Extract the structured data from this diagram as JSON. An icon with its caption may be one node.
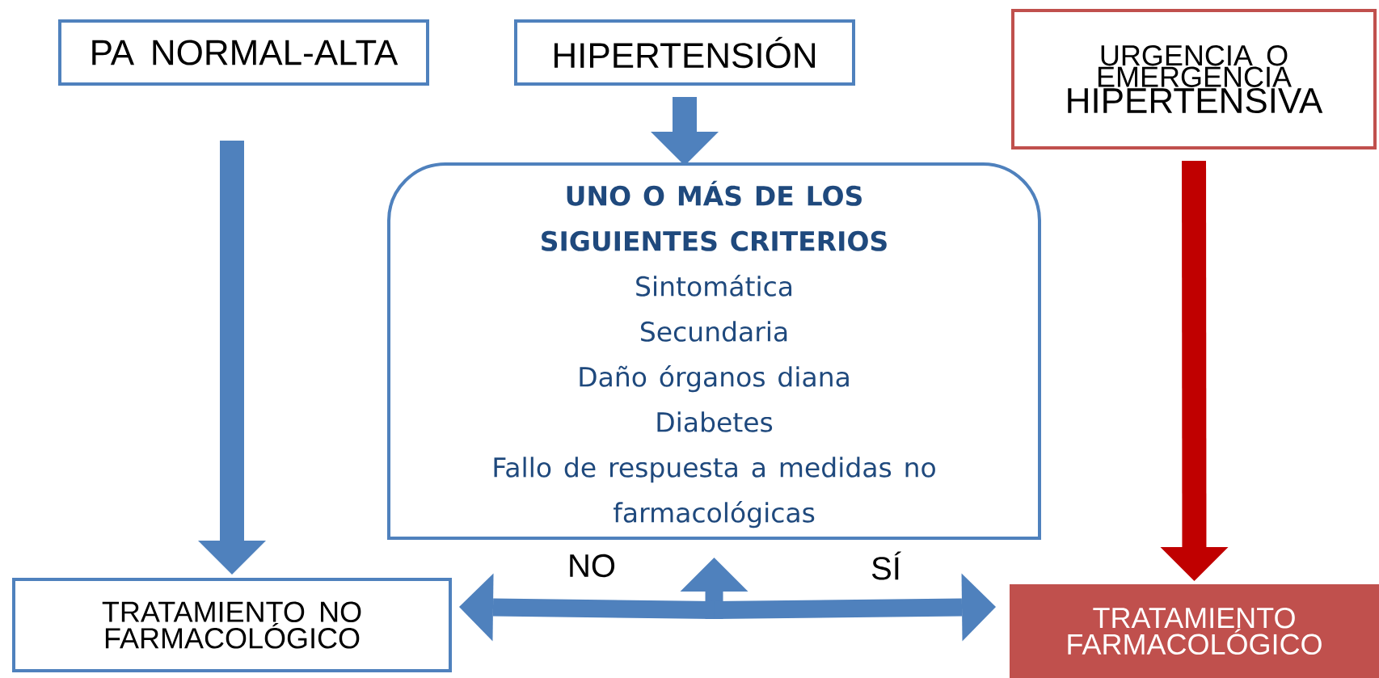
{
  "diagram": {
    "nodes": [
      {
        "text": [
          "PA NORMAL-ALTA"
        ]
      },
      {
        "text": [
          "HIPERTENSIÓN"
        ]
      },
      {
        "text": [
          "URGENCIA O EMERGENCIA",
          "HIPERTENSIVA"
        ]
      },
      {
        "text": [
          "UNO O MÁS DE LOS SIGUIENTES CRITERIOS",
          "Sintomática",
          "Secundaria",
          "Daño órganos diana",
          "Diabetes",
          "Fallo de respuesta a medidas no farmacológicas"
        ]
      },
      {
        "text": [
          "TRATAMIENTO NO FARMACOLÓGICO"
        ]
      },
      {
        "text": [
          "TRATAMIENTO FARMACOLÓGICO"
        ]
      }
    ],
    "edges": [
      {
        "from": 0,
        "to": 4,
        "arrow": "to"
      },
      {
        "from": 1,
        "to": 3,
        "arrow": "to"
      },
      {
        "from": 2,
        "to": 5,
        "arrow": "to",
        "color": "#c00000"
      },
      {
        "from": 3,
        "to": 4,
        "arrow": "both",
        "label": "NO"
      },
      {
        "from": 3,
        "to": 5,
        "arrow": "both",
        "label": "SÍ"
      }
    ]
  }
}
